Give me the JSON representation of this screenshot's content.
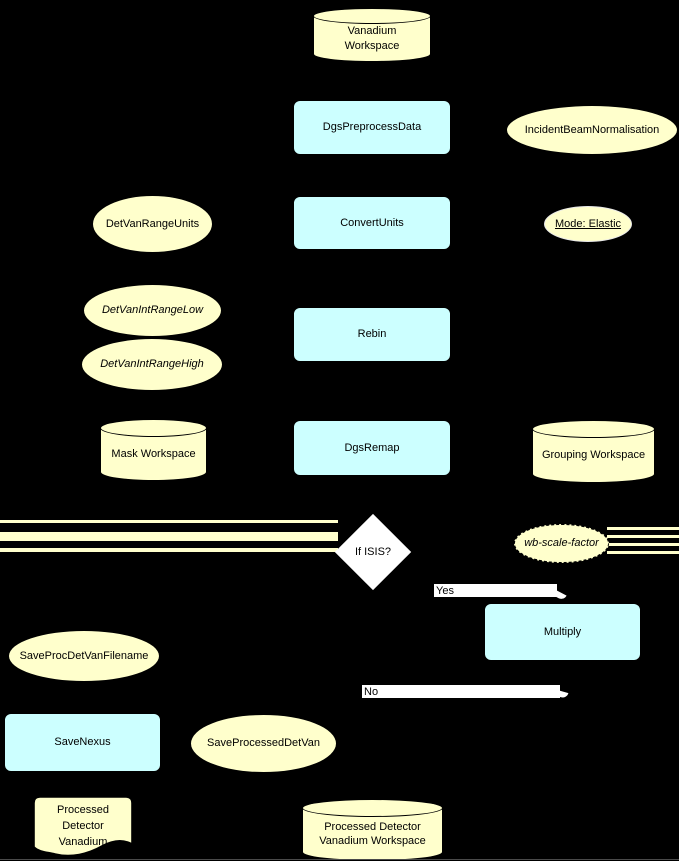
{
  "diagram": {
    "background": "#000000",
    "colors": {
      "workspace_fill": "#FFFFCC",
      "algorithm_fill": "#CCFFFF",
      "decision_fill": "#FFFFFF",
      "stroke": "#000000"
    },
    "nodes": {
      "vanadium_workspace": {
        "type": "cylinder",
        "lines": [
          "Vanadium",
          "Workspace"
        ]
      },
      "dgs_preprocess_data": {
        "type": "algorithm",
        "label": "DgsPreprocessData"
      },
      "incident_beam_normalisation": {
        "type": "parameter",
        "label": "IncidentBeamNormalisation"
      },
      "det_van_range_units": {
        "type": "parameter",
        "label": "DetVanRangeUnits"
      },
      "convert_units": {
        "type": "algorithm",
        "label": "ConvertUnits"
      },
      "mode_elastic": {
        "type": "parameter",
        "label": "Mode: Elastic"
      },
      "det_van_int_range_low": {
        "type": "parameter",
        "label": "DetVanIntRangeLow"
      },
      "det_van_int_range_high": {
        "type": "parameter",
        "label": "DetVanIntRangeHigh"
      },
      "rebin": {
        "type": "algorithm",
        "label": "Rebin"
      },
      "mask_workspace": {
        "type": "cylinder",
        "label": "Mask Workspace"
      },
      "dgs_remap": {
        "type": "algorithm",
        "label": "DgsRemap"
      },
      "grouping_workspace": {
        "type": "cylinder",
        "label": "Grouping Workspace"
      },
      "if_isis": {
        "type": "decision",
        "label": "If ISIS?"
      },
      "wb_scale_factor": {
        "type": "parameter",
        "label": "wb-scale-factor"
      },
      "multiply": {
        "type": "algorithm",
        "label": "Multiply"
      },
      "save_proc_det_van_filename": {
        "type": "parameter",
        "label": "SaveProcDetVanFilename"
      },
      "save_nexus": {
        "type": "algorithm",
        "label": "SaveNexus"
      },
      "save_processed_det_van": {
        "type": "parameter",
        "label": "SaveProcessedDetVan"
      },
      "processed_detector_vanadium": {
        "type": "document",
        "lines": [
          "Processed",
          "Detector",
          "Vanadium"
        ]
      },
      "processed_detector_vanadium_workspace": {
        "type": "cylinder",
        "lines": [
          "Processed Detector",
          "Vanadium Workspace"
        ]
      }
    },
    "edges": {
      "yes_label": "Yes",
      "no_label": "No"
    }
  }
}
